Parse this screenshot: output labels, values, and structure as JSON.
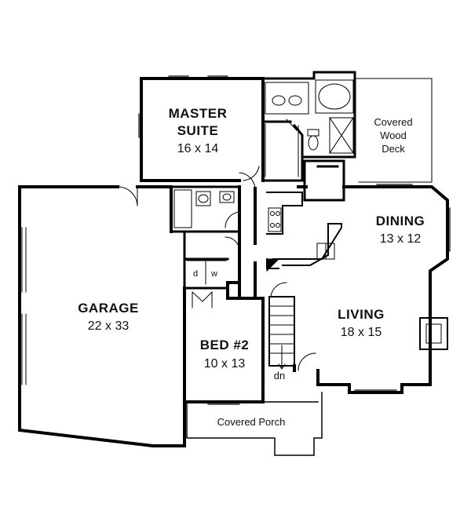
{
  "rooms": {
    "master_suite": {
      "name_line1": "MASTER",
      "name_line2": "SUITE",
      "dims": "16 x 14"
    },
    "deck": {
      "line1": "Covered",
      "line2": "Wood",
      "line3": "Deck"
    },
    "dining": {
      "name": "DINING",
      "dims": "13 x 12"
    },
    "garage": {
      "name": "GARAGE",
      "dims": "22 x 33"
    },
    "living": {
      "name": "LIVING",
      "dims": "18 x 15"
    },
    "bed2": {
      "name": "BED #2",
      "dims": "10 x 13"
    },
    "porch": {
      "name": "Covered Porch"
    }
  },
  "appliances": {
    "dryer": "d",
    "washer": "w"
  },
  "stairs": {
    "label": "dn"
  }
}
